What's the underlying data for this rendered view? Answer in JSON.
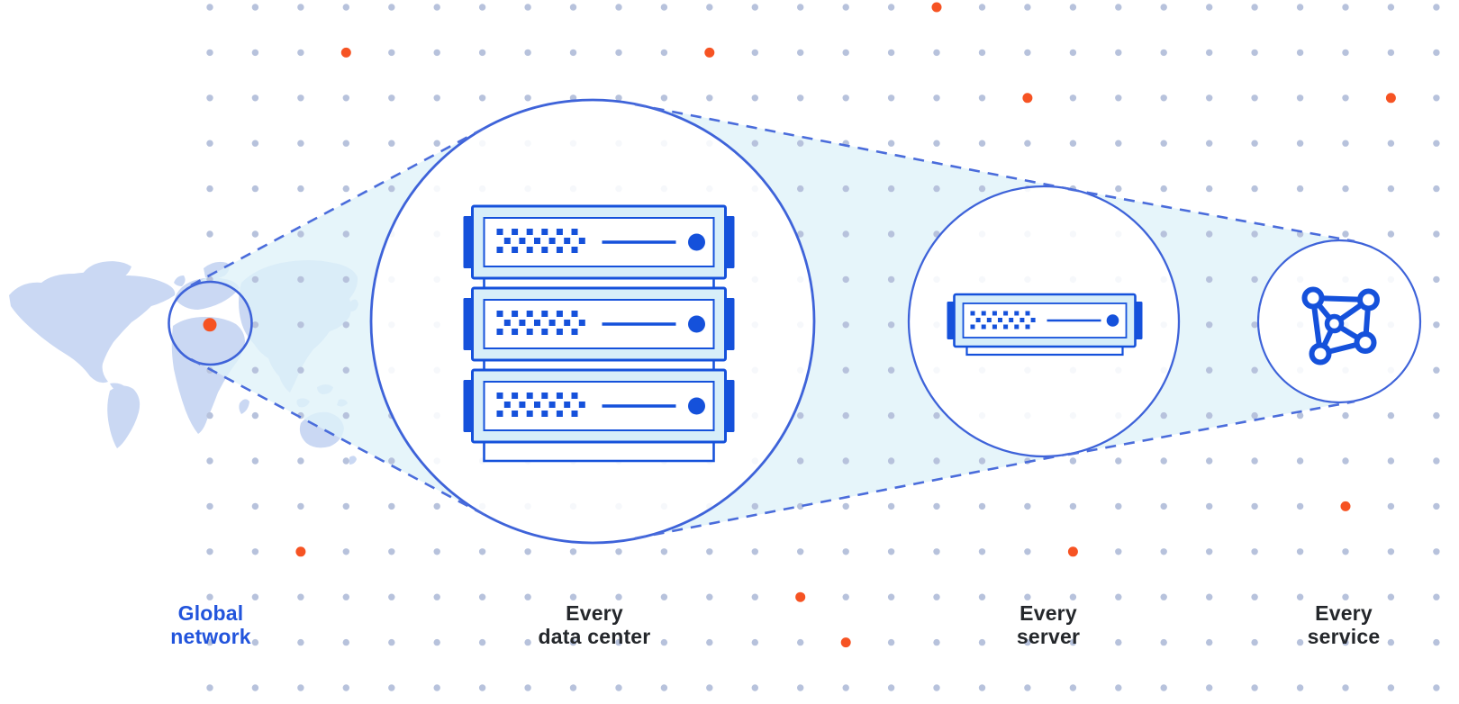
{
  "diagram": {
    "kind": "zoom-sequence-illustration",
    "stages": [
      {
        "id": "global-network",
        "label_line1": "Global",
        "label_line2": "network",
        "icon": "world-map-highlight-circle-icon",
        "label_color": "blue"
      },
      {
        "id": "every-data-center",
        "label_line1": "Every",
        "label_line2": "data center",
        "icon": "server-rack-icon",
        "server_units": 3,
        "label_color": "dark"
      },
      {
        "id": "every-server",
        "label_line1": "Every",
        "label_line2": "server",
        "icon": "server-icon",
        "server_units": 1,
        "label_color": "dark"
      },
      {
        "id": "every-service",
        "label_line1": "Every",
        "label_line2": "service",
        "icon": "network-mesh-icon",
        "label_color": "dark"
      }
    ]
  },
  "colors": {
    "primary_blue": "#1551db",
    "circle_blue": "#3e63d9",
    "dash_blue": "#4a6cdb",
    "cone_fill": "#dff2f8",
    "server_fill": "#d7eef9",
    "map_fill": "#cad8f3",
    "grid_dot": "#b7c2dc",
    "accent_orange": "#f65323",
    "label_dark": "#24272b",
    "label_blue": "#2254dc"
  }
}
